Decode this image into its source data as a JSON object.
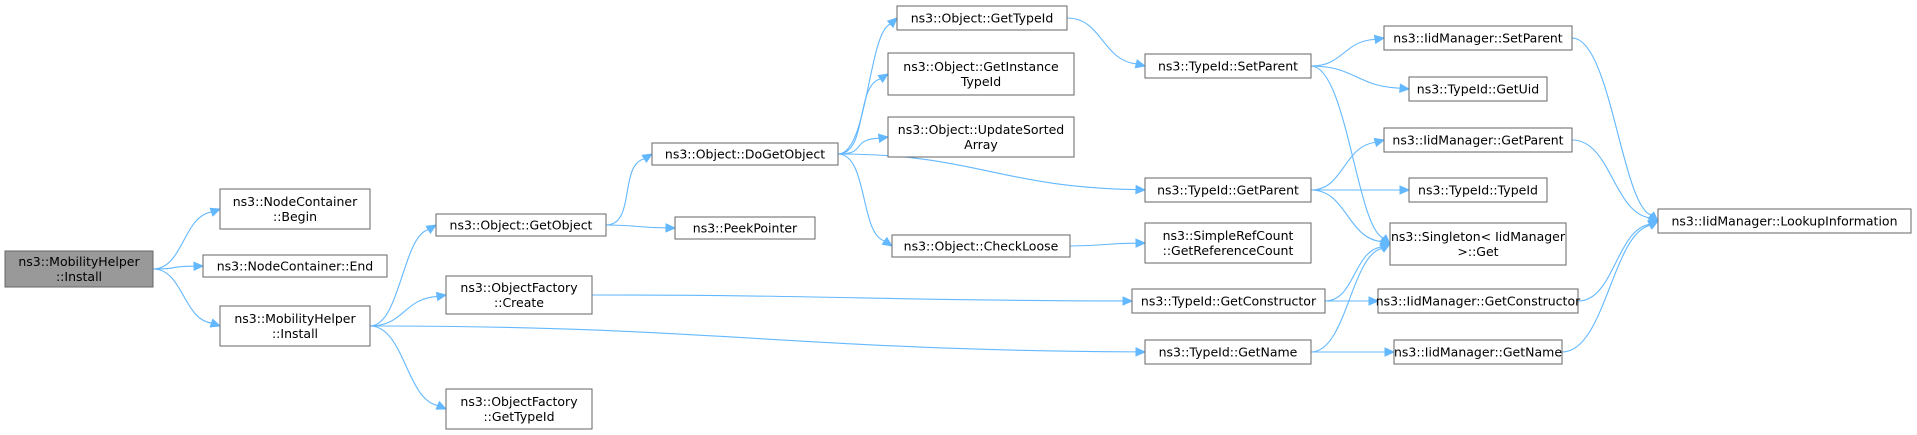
{
  "diagram": {
    "type": "call-graph",
    "colors": {
      "edge": "#63b8ff",
      "root_fill": "#999999",
      "node_fill": "#ffffff",
      "node_border": "#666666"
    },
    "nodes": [
      {
        "id": "n0",
        "lines": [
          "ns3::MobilityHelper",
          "::Install"
        ],
        "root": true
      },
      {
        "id": "n1",
        "lines": [
          "ns3::NodeContainer",
          "::Begin"
        ]
      },
      {
        "id": "n2",
        "lines": [
          "ns3::NodeContainer::End"
        ]
      },
      {
        "id": "n3",
        "lines": [
          "ns3::MobilityHelper",
          "::Install"
        ]
      },
      {
        "id": "n4",
        "lines": [
          "ns3::Object::GetObject"
        ]
      },
      {
        "id": "n5",
        "lines": [
          "ns3::ObjectFactory",
          "::Create"
        ]
      },
      {
        "id": "n6",
        "lines": [
          "ns3::ObjectFactory",
          "::GetTypeId"
        ]
      },
      {
        "id": "n7",
        "lines": [
          "ns3::Object::DoGetObject"
        ]
      },
      {
        "id": "n8",
        "lines": [
          "ns3::PeekPointer"
        ]
      },
      {
        "id": "n9",
        "lines": [
          "ns3::Object::GetTypeId"
        ]
      },
      {
        "id": "n10",
        "lines": [
          "ns3::Object::GetInstance",
          "TypeId"
        ]
      },
      {
        "id": "n11",
        "lines": [
          "ns3::Object::UpdateSorted",
          "Array"
        ]
      },
      {
        "id": "n12",
        "lines": [
          "ns3::Object::CheckLoose"
        ]
      },
      {
        "id": "n13",
        "lines": [
          "ns3::TypeId::SetParent"
        ]
      },
      {
        "id": "n14",
        "lines": [
          "ns3::TypeId::GetParent"
        ]
      },
      {
        "id": "n15",
        "lines": [
          "ns3::SimpleRefCount",
          "::GetReferenceCount"
        ]
      },
      {
        "id": "n16",
        "lines": [
          "ns3::TypeId::GetConstructor"
        ]
      },
      {
        "id": "n17",
        "lines": [
          "ns3::TypeId::GetName"
        ]
      },
      {
        "id": "n18",
        "lines": [
          "ns3::IidManager::SetParent"
        ]
      },
      {
        "id": "n19",
        "lines": [
          "ns3::TypeId::GetUid"
        ]
      },
      {
        "id": "n20",
        "lines": [
          "ns3::IidManager::GetParent"
        ]
      },
      {
        "id": "n21",
        "lines": [
          "ns3::TypeId::TypeId"
        ]
      },
      {
        "id": "n22",
        "lines": [
          "ns3::Singleton< IidManager",
          ">::Get"
        ]
      },
      {
        "id": "n23",
        "lines": [
          "ns3::IidManager::GetConstructor"
        ]
      },
      {
        "id": "n24",
        "lines": [
          "ns3::IidManager::GetName"
        ]
      },
      {
        "id": "n25",
        "lines": [
          "ns3::IidManager::LookupInformation"
        ]
      }
    ],
    "edges": [
      [
        "n0",
        "n1"
      ],
      [
        "n0",
        "n2"
      ],
      [
        "n0",
        "n3"
      ],
      [
        "n3",
        "n4"
      ],
      [
        "n3",
        "n5"
      ],
      [
        "n3",
        "n6"
      ],
      [
        "n3",
        "n17"
      ],
      [
        "n4",
        "n7"
      ],
      [
        "n4",
        "n8"
      ],
      [
        "n7",
        "n9"
      ],
      [
        "n7",
        "n10"
      ],
      [
        "n7",
        "n11"
      ],
      [
        "n7",
        "n12"
      ],
      [
        "n7",
        "n14"
      ],
      [
        "n9",
        "n13"
      ],
      [
        "n12",
        "n15"
      ],
      [
        "n5",
        "n16"
      ],
      [
        "n13",
        "n18"
      ],
      [
        "n13",
        "n19"
      ],
      [
        "n13",
        "n22"
      ],
      [
        "n14",
        "n20"
      ],
      [
        "n14",
        "n21"
      ],
      [
        "n14",
        "n22"
      ],
      [
        "n16",
        "n22"
      ],
      [
        "n16",
        "n23"
      ],
      [
        "n17",
        "n22"
      ],
      [
        "n17",
        "n24"
      ],
      [
        "n18",
        "n25"
      ],
      [
        "n20",
        "n25"
      ],
      [
        "n23",
        "n25"
      ],
      [
        "n24",
        "n25"
      ]
    ]
  }
}
